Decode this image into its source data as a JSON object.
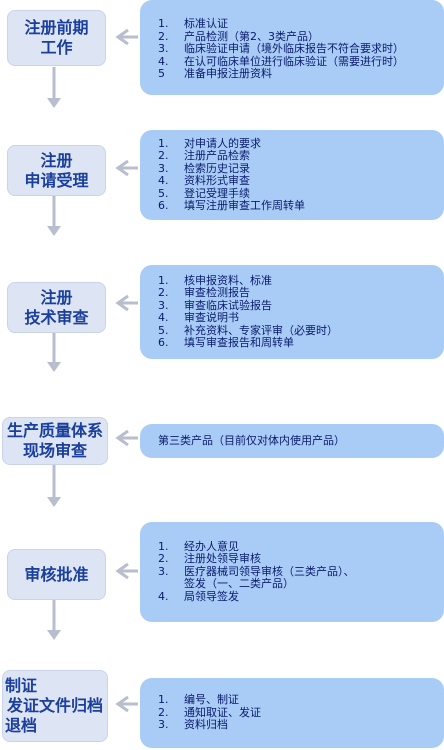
{
  "colors": {
    "stage_box_bg": "#dde4f3",
    "stage_text": "#1a3f9c",
    "panel_bg": "#a8ccf5",
    "panel_text": "#0a1a6e",
    "arrow": "#b8bece"
  },
  "stages": [
    {
      "name_lines": [
        "注册前期",
        "工作"
      ],
      "items": [
        {
          "num": "1.",
          "text": "标准认证"
        },
        {
          "num": "2.",
          "text": "产品检测（第2、3类产品）"
        },
        {
          "num": "3.",
          "text": "临床验证申请（境外临床报告不符合要求时）"
        },
        {
          "num": "4.",
          "text": "在认可临床单位进行临床验证（需要进行时）"
        },
        {
          "num": "5",
          "text": "准备申报注册资料"
        }
      ]
    },
    {
      "name_lines": [
        "注册",
        "申请受理"
      ],
      "items": [
        {
          "num": "1.",
          "text": "对申请人的要求"
        },
        {
          "num": "2.",
          "text": "注册产品检索"
        },
        {
          "num": "3.",
          "text": "检索历史记录"
        },
        {
          "num": "4.",
          "text": "资料形式审查"
        },
        {
          "num": "5.",
          "text": "登记受理手续"
        },
        {
          "num": "6.",
          "text": "填写注册审查工作周转单"
        }
      ]
    },
    {
      "name_lines": [
        "注册",
        "技术审查"
      ],
      "items": [
        {
          "num": "1.",
          "text": "核申报资料、标准"
        },
        {
          "num": "2.",
          "text": "审查检测报告"
        },
        {
          "num": "3.",
          "text": "审查临床试验报告"
        },
        {
          "num": "4.",
          "text": "审查说明书"
        },
        {
          "num": "5.",
          "text": "补充资料、专家评审（必要时）"
        },
        {
          "num": "6.",
          "text": "填写审查报告和周转单"
        }
      ]
    },
    {
      "name_lines": [
        "生产质量体系",
        "现场审查"
      ],
      "note": "第三类产品（目前仅对体内使用产品）"
    },
    {
      "name_lines": [
        "审核批准"
      ],
      "items": [
        {
          "num": "1.",
          "text": "经办人意见"
        },
        {
          "num": "2.",
          "text": "注册处领导审核"
        },
        {
          "num": "3.",
          "text": "医疗器械司领导审核（三类产品）、",
          "continuation": "签发（一、二类产品）"
        },
        {
          "num": "4.",
          "text": "局领导签发"
        }
      ]
    },
    {
      "name_lines": [
        "制证",
        "发证文件归档",
        "退档"
      ],
      "items": [
        {
          "num": "1.",
          "text": "编号、制证"
        },
        {
          "num": "2.",
          "text": "通知取证、发证"
        },
        {
          "num": "3.",
          "text": "资料归档"
        }
      ]
    }
  ]
}
